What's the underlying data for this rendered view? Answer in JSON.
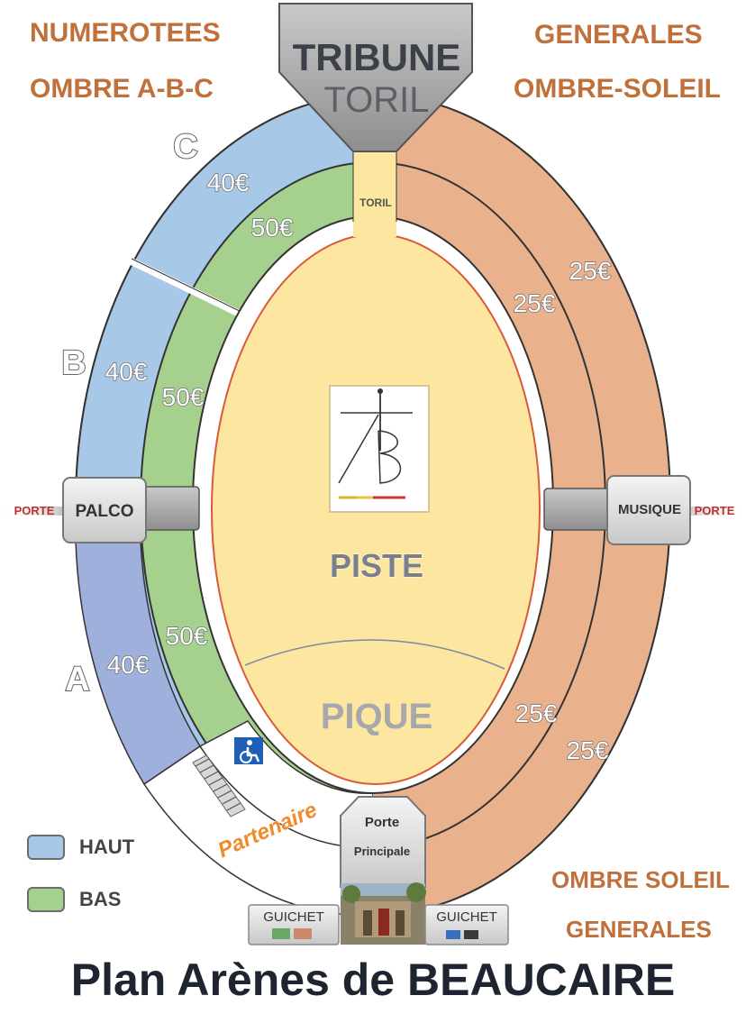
{
  "header": {
    "left_line1": "NUMEROTEES",
    "left_line2": "OMBRE A-B-C",
    "right_line1": "GENERALES",
    "right_line2": "OMBRE-SOLEIL",
    "tribune_line1": "TRIBUNE",
    "tribune_line2": "TORIL"
  },
  "sections": {
    "letter_c": "C",
    "letter_b": "B",
    "letter_a": "A",
    "price_c_haut": "40€",
    "price_c_bas": "50€",
    "price_b_haut": "40€",
    "price_b_bas": "50€",
    "price_a_haut": "40€",
    "price_a_bas": "50€",
    "price_right_upper_outer": "25€",
    "price_right_upper_inner": "25€",
    "price_right_lower_inner": "25€",
    "price_right_lower_outer": "25€"
  },
  "arena": {
    "toril_small": "TORIL",
    "piste": "PISTE",
    "pique": "PIQUE",
    "left_gate": "PALCO",
    "left_porte": "PORTE",
    "right_gate": "MUSIQUE",
    "right_porte": "PORTE",
    "partner": "Partenaire",
    "main_door_line1": "Porte",
    "main_door_line2": "Principale",
    "guichet_left": "GUICHET",
    "guichet_right": "GUICHET"
  },
  "legend": {
    "items": [
      {
        "label": "HAUT",
        "color": "#a8c8e8"
      },
      {
        "label": "BAS",
        "color": "#a6d08e"
      }
    ]
  },
  "bottom_right": {
    "line1": "OMBRE SOLEIL",
    "line2": "GENERALES"
  },
  "footer": {
    "title": "Plan Arènes de BEAUCAIRE"
  },
  "colors": {
    "haut_blue": "#a8c8e8",
    "haut_blue_a": "#9fb0dc",
    "bas_green": "#a6d08e",
    "generales_orange": "#eab28c",
    "piste_yellow": "#fce6a0",
    "label_brown": "#c0703a"
  }
}
